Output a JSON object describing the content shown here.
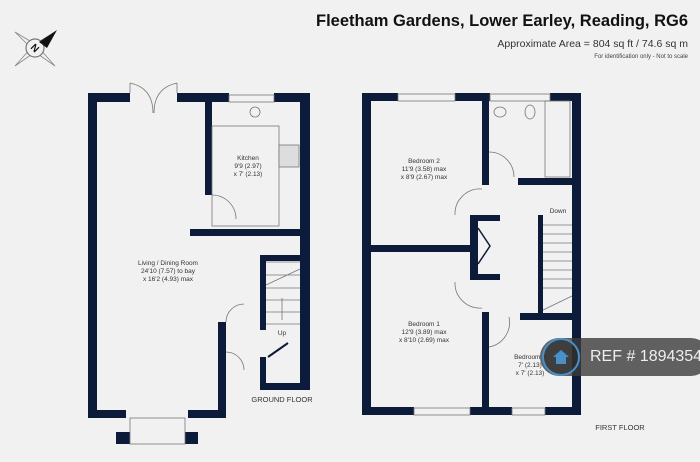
{
  "header": {
    "title": "Fleetham Gardens, Lower Earley, Reading, RG6",
    "area": "Approximate Area = 804 sq ft / 74.6 sq m",
    "note": "For identification only - Not to scale"
  },
  "compass": {
    "letter": "N"
  },
  "ground_floor": {
    "label": "GROUND FLOOR",
    "rooms": [
      {
        "name": "Kitchen",
        "dim1": "9'9 (2.97)",
        "dim2": "x 7' (2.13)"
      },
      {
        "name": "Living / Dining Room",
        "dim1": "24'10 (7.57) to bay",
        "dim2": "x 16'2 (4.93) max"
      }
    ],
    "stairs_label": "Up"
  },
  "first_floor": {
    "label": "FIRST FLOOR",
    "rooms": [
      {
        "name": "Bedroom 2",
        "dim1": "11'9 (3.58) max",
        "dim2": "x 8'9 (2.67) max"
      },
      {
        "name": "Bedroom 1",
        "dim1": "12'9 (3.89) max",
        "dim2": "x 8'10 (2.69) max"
      },
      {
        "name": "Bedroom 3",
        "dim1": "7' (2.13)",
        "dim2": "x 7' (2.13)"
      }
    ],
    "stairs_label": "Down"
  },
  "watermark": {
    "text": "REF # 1894354",
    "icon": "home-icon"
  },
  "colors": {
    "wall": "#0d1b3a",
    "background": "#f1f1f1",
    "watermark_ring": "#4a90c8"
  }
}
